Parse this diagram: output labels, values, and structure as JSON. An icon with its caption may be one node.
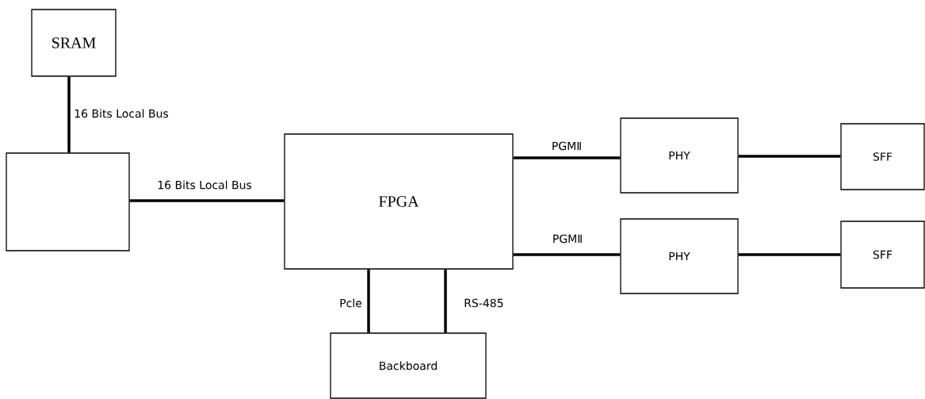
{
  "diagram": {
    "nodes": [
      {
        "text": [
          "SRAM"
        ]
      },
      {
        "text": [],
        "shape": "box"
      },
      {
        "text": [
          "FPGA"
        ]
      },
      {
        "text": [
          "PHY"
        ]
      },
      {
        "text": [
          "SFF"
        ]
      },
      {
        "text": [
          "PHY"
        ]
      },
      {
        "text": [
          "SFF"
        ]
      },
      {
        "text": [
          "Backboard"
        ]
      }
    ],
    "edges": [
      {
        "from": 0,
        "to": 1,
        "arrow": "none",
        "label": "16 Bits Local Bus"
      },
      {
        "from": 1,
        "to": 2,
        "arrow": "none",
        "label": "16 Bits Local Bus"
      },
      {
        "from": 2,
        "to": 3,
        "arrow": "none",
        "label": "PGMⅡ"
      },
      {
        "from": 3,
        "to": 4,
        "arrow": "none"
      },
      {
        "from": 2,
        "to": 5,
        "arrow": "none",
        "label": "PGMⅡ"
      },
      {
        "from": 5,
        "to": 6,
        "arrow": "none"
      },
      {
        "from": 2,
        "to": 7,
        "arrow": "none",
        "label": "Pcle"
      },
      {
        "from": 2,
        "to": 7,
        "arrow": "none",
        "label": "RS-485"
      }
    ]
  }
}
